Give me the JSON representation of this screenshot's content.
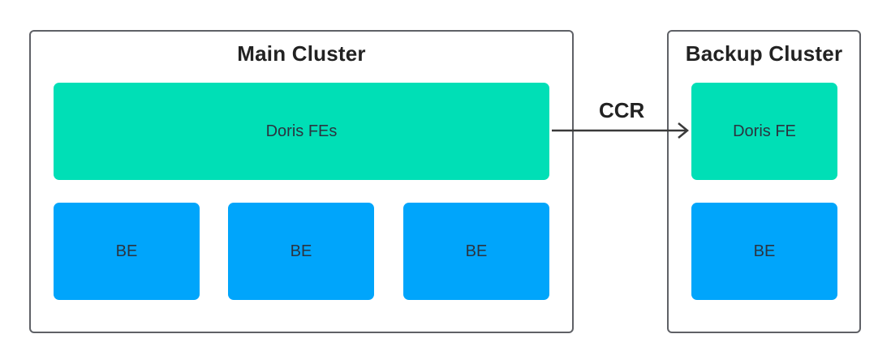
{
  "colors": {
    "frontend": "#00dfb6",
    "backend": "#00a5fb",
    "border": "#5f6166",
    "arrow": "#3a3a3a"
  },
  "main_cluster": {
    "title": "Main Cluster",
    "frontend": {
      "label": "Doris FEs"
    },
    "backends": [
      {
        "label": "BE"
      },
      {
        "label": "BE"
      },
      {
        "label": "BE"
      }
    ]
  },
  "backup_cluster": {
    "title": "Backup Cluster",
    "frontend": {
      "label": "Doris FE"
    },
    "backends": [
      {
        "label": "BE"
      }
    ]
  },
  "replication": {
    "label": "CCR",
    "from": "main_cluster.frontend",
    "to": "backup_cluster.frontend"
  }
}
